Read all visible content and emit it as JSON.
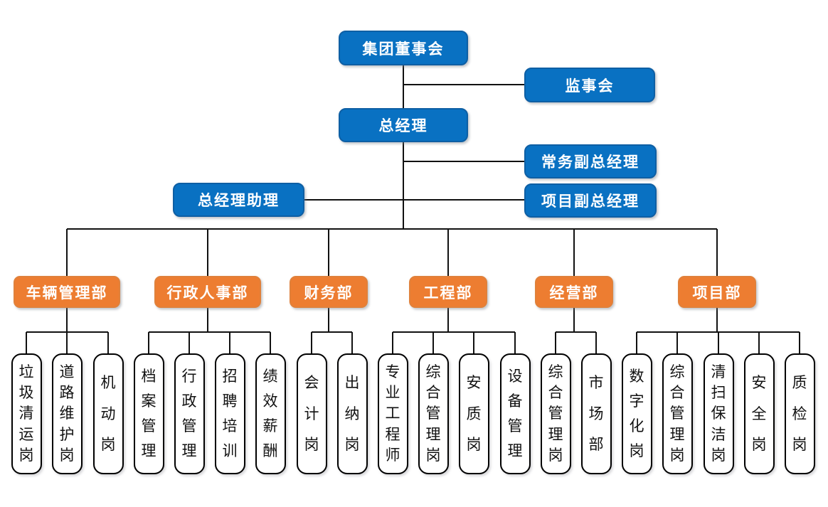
{
  "org_chart": {
    "executives": {
      "board": "集团董事会",
      "supervisory_board": "监事会",
      "general_manager": "总经理",
      "executive_deputy_gm": "常务副总经理",
      "gm_assistant": "总经理助理",
      "project_deputy_gm": "项目副总经理"
    },
    "departments": [
      {
        "label": "车辆管理部",
        "posts": [
          "垃圾清运岗",
          "道路维护岗",
          "机动岗"
        ]
      },
      {
        "label": "行政人事部",
        "posts": [
          "档案管理",
          "行政管理",
          "招聘培训",
          "绩效薪酬"
        ]
      },
      {
        "label": "财务部",
        "posts": [
          "会计岗",
          "出纳岗"
        ]
      },
      {
        "label": "工程部",
        "posts": [
          "专业工程师",
          "综合管理岗",
          "安质岗",
          "设备管理"
        ]
      },
      {
        "label": "经营部",
        "posts": [
          "综合管理岗",
          "市场部"
        ]
      },
      {
        "label": "项目部",
        "posts": [
          "数字化岗",
          "综合管理岗",
          "清扫保洁岗",
          "安全岗",
          "质检岗"
        ]
      }
    ],
    "colors": {
      "executive_fill": "#0971C2",
      "executive_border": "#0E5FA4",
      "department_fill": "#ED7D31",
      "department_border": "#E0813B",
      "post_fill": "#FFFFFF",
      "post_border": "#000000",
      "connector": "#111111",
      "text_on_color": "#FFFFFF",
      "text_on_white": "#111111"
    }
  }
}
